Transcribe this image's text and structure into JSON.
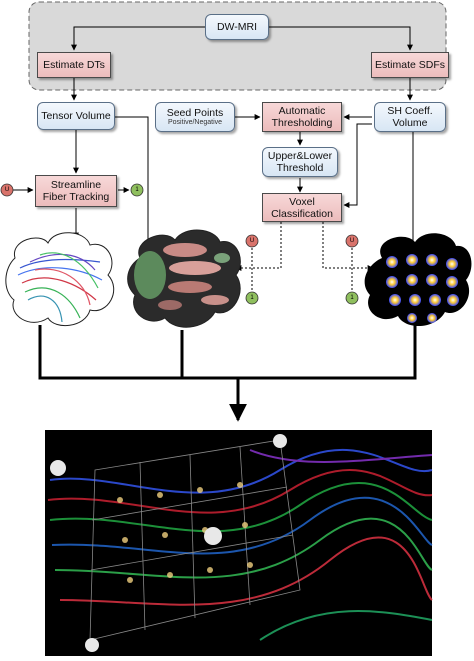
{
  "nodes": {
    "dw_mri": "DW-MRI",
    "estimate_dts": "Estimate DTs",
    "estimate_sdfs": "Estimate SDFs",
    "tensor_volume": "Tensor Volume",
    "seed_points": "Seed Points",
    "seed_points_sub": "Positive/Negative",
    "auto_thresh_1": "Automatic",
    "auto_thresh_2": "Thresholding",
    "upper_lower_1": "Upper&Lower",
    "upper_lower_2": "Threshold",
    "voxel_1": "Voxel",
    "voxel_2": "Classification",
    "sh_coeff_1": "SH Coeff.",
    "sh_coeff_2": "Volume",
    "streamline_1": "Streamline",
    "streamline_2": "Fiber Tracking"
  },
  "markers": {
    "u": "U",
    "one": "1"
  },
  "colors": {
    "process_fill": "#efc6c6",
    "data_fill": "#e3ecf6",
    "u_marker": "#d9736b",
    "one_marker": "#8fbf5e",
    "panel_bg": "#d9d9d9"
  }
}
